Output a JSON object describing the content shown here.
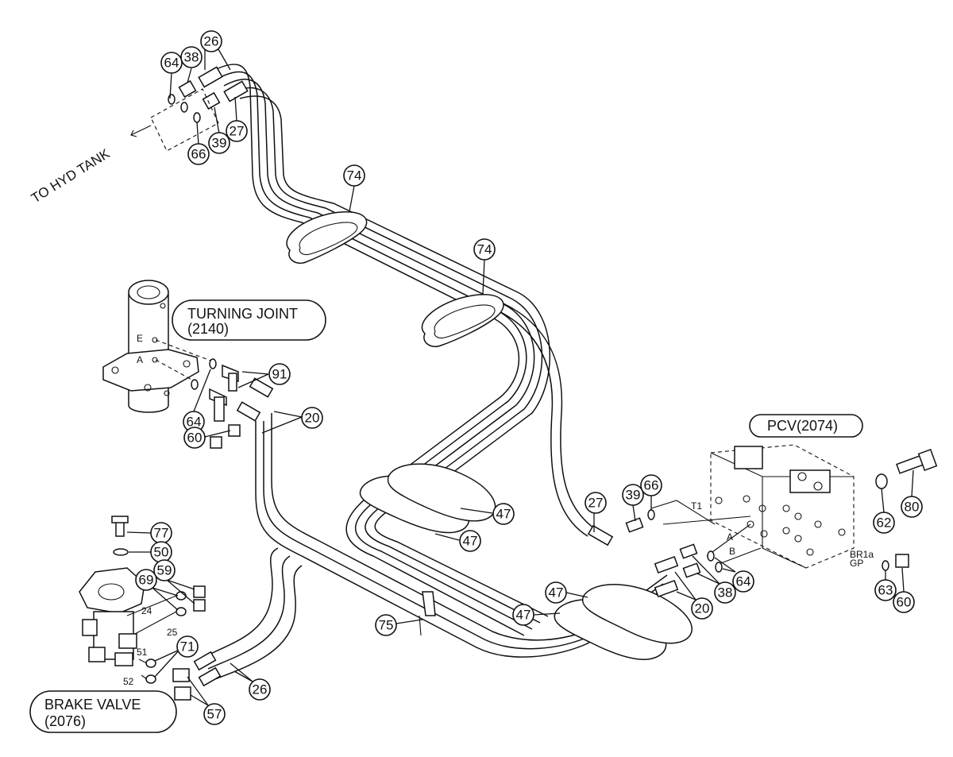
{
  "callouts": {
    "turning_joint_name": "TURNING JOINT",
    "turning_joint_code": "(2140)",
    "pcv": "PCV(2074)",
    "brake_valve_name": "BRAKE VALVE",
    "brake_valve_code": "(2076)",
    "to_tank": "TO HYD TANK"
  },
  "port_labels": {
    "tj_e": "E",
    "tj_a": "A",
    "pcv_t1": "T1",
    "pcv_a": "A",
    "pcv_b": "B",
    "pcv_br1a": "BR1a",
    "pcv_gp": "GP",
    "bv_24": "24",
    "bv_25": "25",
    "bv_51": "51",
    "bv_52": "52"
  },
  "part_numbers": {
    "p64_top": "64",
    "p38_top": "38",
    "p26_top": "26",
    "p39_top": "39",
    "p27_top": "27",
    "p66_top": "66",
    "p74_a": "74",
    "p74_b": "74",
    "p91": "91",
    "p20_tj": "20",
    "p64_tj": "64",
    "p60_tj": "60",
    "p27_pcv": "27",
    "p39_pcv": "39",
    "p66_pcv": "66",
    "p62": "62",
    "p80": "80",
    "p47_a": "47",
    "p47_b": "47",
    "p47_c": "47",
    "p47_d": "47",
    "p64_pcv": "64",
    "p38_pcv": "38",
    "p20_pcv": "20",
    "p63": "63",
    "p60_pcv": "60",
    "p75": "75",
    "p77": "77",
    "p50": "50",
    "p69": "69",
    "p59": "59",
    "p71": "71",
    "p26_bv": "26",
    "p57": "57"
  }
}
